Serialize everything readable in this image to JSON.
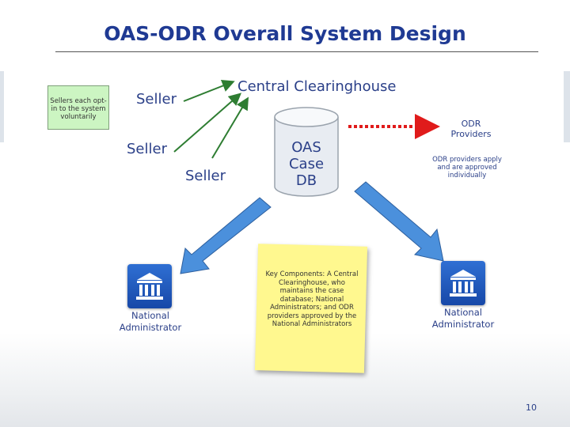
{
  "title": "OAS-ODR Overall System Design",
  "note": "Sellers each opt-in to the system voluntarily",
  "sellers": [
    "Seller",
    "Seller",
    "Seller"
  ],
  "clearinghouse_label": "Central Clearinghouse",
  "database": {
    "line1": "OAS",
    "line2": "Case",
    "line3": "DB",
    "icon": "database-cylinder-icon"
  },
  "odr_providers": {
    "label": "ODR Providers",
    "description": "ODR providers apply and are approved individually"
  },
  "admins": [
    {
      "label": "National Administrator",
      "icon": "government-building-icon"
    },
    {
      "label": "National Administrator",
      "icon": "government-building-icon"
    }
  ],
  "key_components": "Key Components: A Central Clearinghouse, who maintains the case database; National Administrators; and ODR providers approved by the National Administrators",
  "page_number": "10",
  "colors": {
    "title": "#1f3a93",
    "label": "#2a3f88",
    "seller_arrow": "#2e7d32",
    "red_arrow": "#e01b1b",
    "blue_arrow": "#3f86d6",
    "note_bg": "#ccf5c2",
    "sticky_bg": "#fff88f"
  }
}
